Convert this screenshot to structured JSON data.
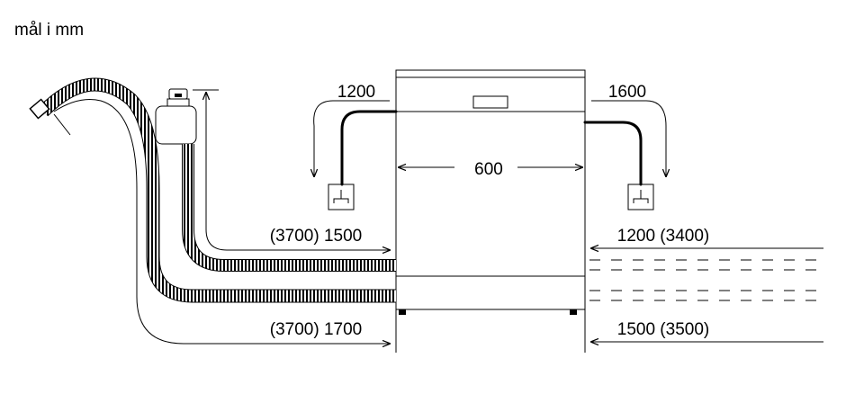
{
  "unit_label": "mål i mm",
  "dimensions": {
    "cable_left": "1200",
    "cable_right": "1600",
    "width": "600",
    "inlet_hose_left": "(3700) 1500",
    "inlet_hose_right": "1200 (3400)",
    "drain_hose_left": "(3700) 1700",
    "drain_hose_right": "1500 (3500)"
  }
}
